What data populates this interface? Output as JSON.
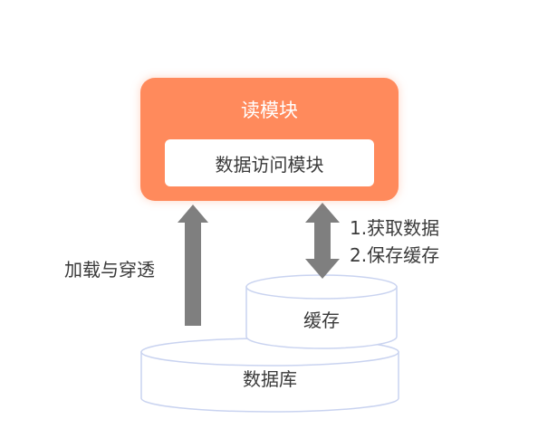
{
  "read_module": {
    "title": "读模块",
    "inner_box_label": "数据访问模块",
    "fill_color": "#FF8A5C"
  },
  "arrows": {
    "load_label": "加载与穿透",
    "cache_access_lines": [
      "1.获取数据",
      "2.保存缓存"
    ],
    "arrow_color": "#7F7F7F"
  },
  "cache": {
    "label": "缓存"
  },
  "database": {
    "label": "数据库"
  },
  "cylinder_outline_color": "#C9D3F0"
}
